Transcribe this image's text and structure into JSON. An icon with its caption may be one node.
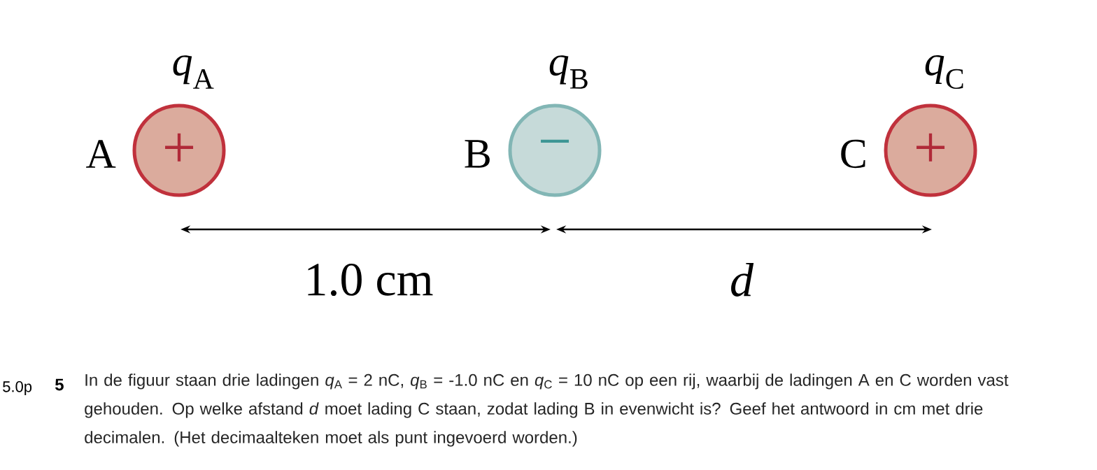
{
  "diagram": {
    "nodes": [
      {
        "text": [
          "+"
        ],
        "beside": [
          "*q*$_{A}$",
          "A"
        ]
      },
      {
        "text": [
          "−"
        ],
        "beside": [
          "*q*$_{B}$",
          "B"
        ]
      },
      {
        "text": [
          "+"
        ],
        "beside": [
          "*q*$_{C}$",
          "C"
        ]
      }
    ],
    "labels": [
      "1.0 cm",
      "d",
      "5.0p",
      "5",
      "In de figuur staan drie ladingen *q*$_{A}$ = 2 nC, *q*$_{B}$ = -1.0 nC en *q*$_{C}$ = 10 nC op een rij, waarbij de ladingen A en C worden vast gehouden. Op welke afstand *d* moet lading C staan, zodat lading B in evenwicht is? Geef het antwoord in cm met drie decimalen. (Het decimaalteken moet als punt ingevoerd worden.)"
    ]
  }
}
